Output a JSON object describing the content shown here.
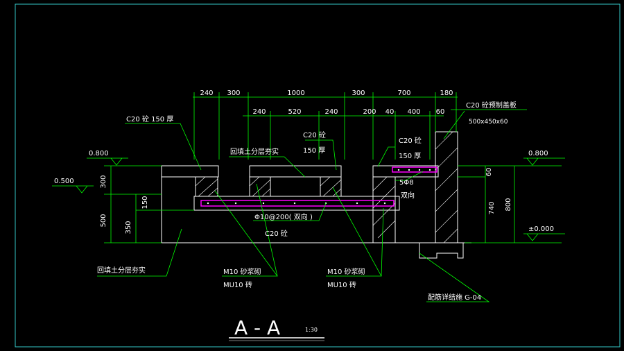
{
  "colors": {
    "background": "#000000",
    "frame": "#34c6c6",
    "structure": "#ffffff",
    "dimension": "#00ff00",
    "rebar": "#ff00ff",
    "dashed": "#ff4040"
  },
  "dimensions_top": [
    "240",
    "300",
    "1000",
    "300",
    "700",
    "180"
  ],
  "dimensions_second": [
    "240",
    "520",
    "240",
    "200",
    "40",
    "400",
    "60"
  ],
  "dimensions_left": [
    "300",
    "500",
    "150",
    "350"
  ],
  "dimensions_right": [
    "60",
    "740",
    "800"
  ],
  "elevations": [
    "0.800",
    "0.500",
    "0.800",
    "±0.000"
  ],
  "labels": {
    "c20_150_thick": "C20  砼 150  厚",
    "backfill_top": "回填土分层夯实",
    "c20_concrete_a": "C20  砼",
    "thick_150_a": "150  厚",
    "c20_concrete_b": "C20  砼",
    "thick_150_b": "150  厚",
    "precast_cover": "C20  砼预制盖板",
    "cover_size": "500x450x60",
    "rebar_5phi8": "5Φ8",
    "bidirectional": "双向",
    "rebar_phi10": "Φ10@200(   双向 )",
    "c20_concrete_c": "C20   砼",
    "backfill_left": "回填土分层夯实",
    "mortar_m10_a": "M10   砂浆砌",
    "brick_mu10_a": "MU10    砖",
    "mortar_m10_b": "M10   砂浆砌",
    "brick_mu10_b": "MU10    砖",
    "rebar_detail_ref": "配筋详结施   G-04"
  },
  "title": {
    "section": "A - A",
    "scale": "1:30"
  }
}
